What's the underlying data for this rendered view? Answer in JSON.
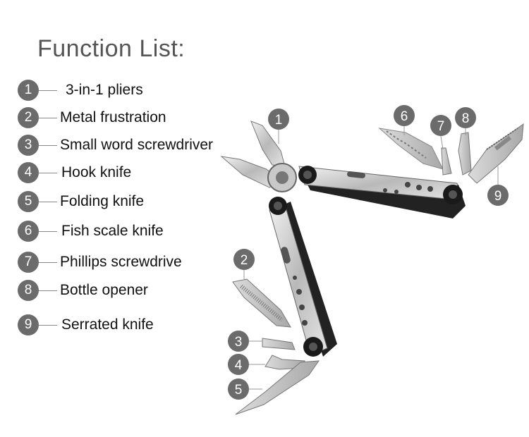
{
  "title": "Function List:",
  "functions": [
    {
      "number": "1",
      "label": "3-in-1 pliers"
    },
    {
      "number": "2",
      "label": "Metal frustration"
    },
    {
      "number": "3",
      "label": "Small word screwdriver"
    },
    {
      "number": "4",
      "label": "Hook knife"
    },
    {
      "number": "5",
      "label": "Folding knife"
    },
    {
      "number": "6",
      "label": "Fish scale knife"
    },
    {
      "number": "7",
      "label": "Phillips screwdrive"
    },
    {
      "number": "8",
      "label": "Bottle opener"
    },
    {
      "number": "9",
      "label": "Serrated knife"
    }
  ],
  "colors": {
    "badge": "#6b6b6b",
    "title": "#555555",
    "steel": "#c8c8c8",
    "dark": "#1a1a1a"
  }
}
